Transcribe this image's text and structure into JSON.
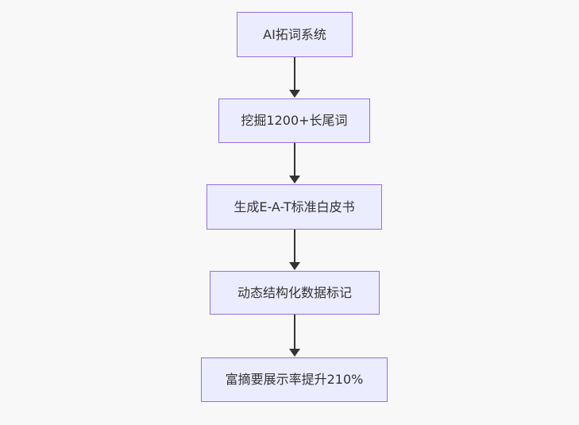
{
  "diagram": {
    "type": "flowchart",
    "direction": "top-down",
    "nodes": [
      {
        "label": "AI拓词系统"
      },
      {
        "label": "挖掘1200+长尾词"
      },
      {
        "label": "生成E-A-T标准白皮书"
      },
      {
        "label": "动态结构化数据标记"
      },
      {
        "label": "富摘要展示率提升210%"
      }
    ],
    "edges": [
      {
        "from": "AI拓词系统",
        "to": "挖掘1200+长尾词"
      },
      {
        "from": "挖掘1200+长尾词",
        "to": "生成E-A-T标准白皮书"
      },
      {
        "from": "生成E-A-T标准白皮书",
        "to": "动态结构化数据标记"
      },
      {
        "from": "动态结构化数据标记",
        "to": "富摘要展示率提升210%"
      }
    ]
  },
  "colors": {
    "page-bg": "#f8f8f8",
    "node-fill": "#ECECFF",
    "node-border": "#9370DB",
    "node-text": "#333333",
    "arrow-color": "#333333"
  }
}
